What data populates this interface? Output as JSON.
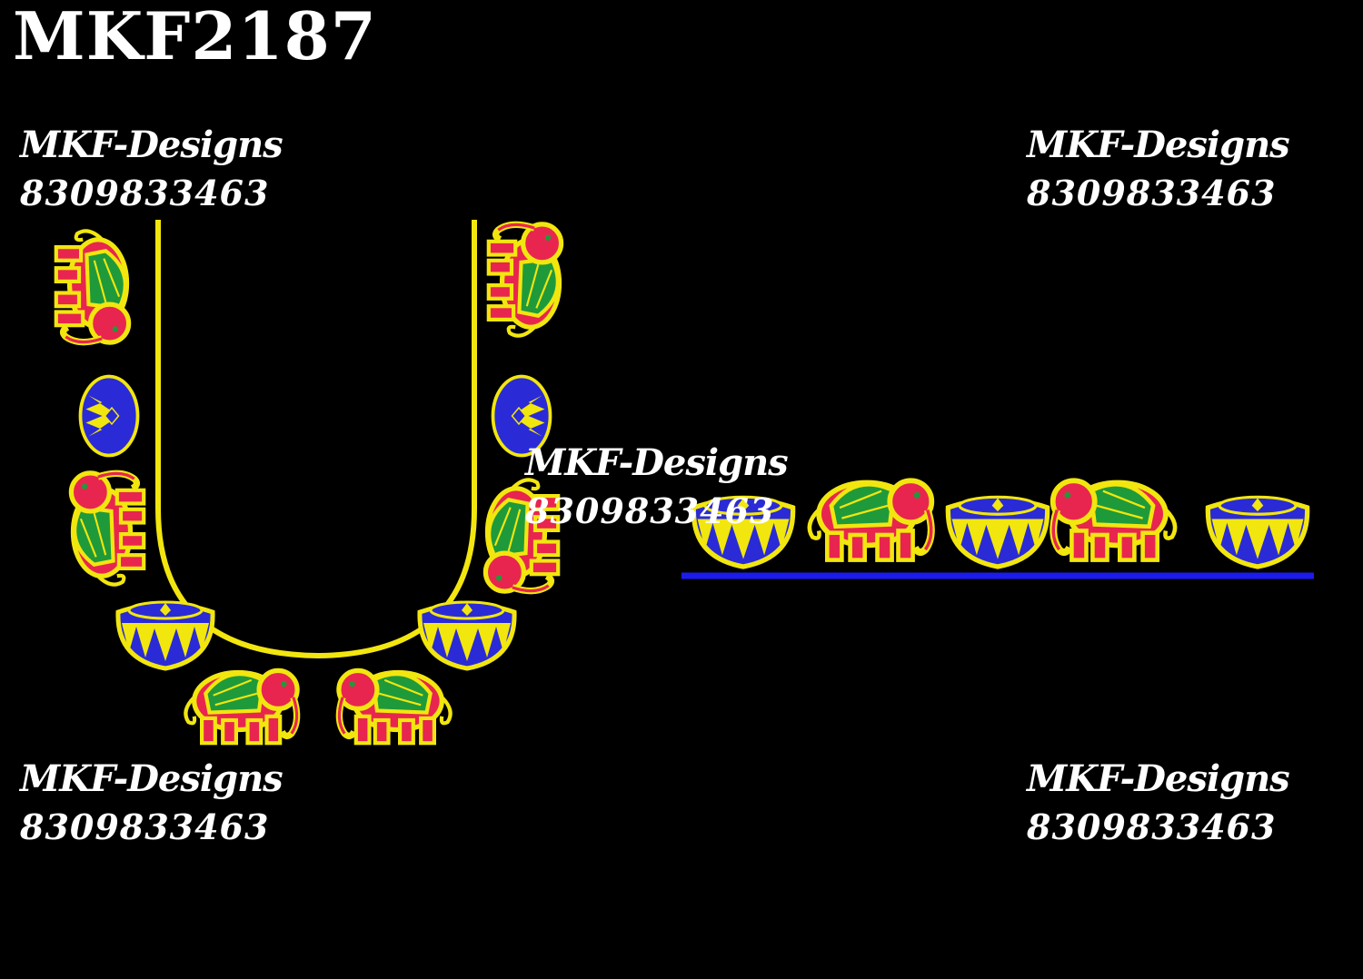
{
  "design_code": "MKF2187",
  "watermark": {
    "brand": "MKF-Designs",
    "phone": "8309833463"
  },
  "colors": {
    "background": "#000000",
    "outline_yellow": "#f2e60f",
    "elephant_red": "#e8254f",
    "saddle_green": "#1f9a3a",
    "pot_blue": "#2a2bd6",
    "base_line_blue": "#1b1bf0"
  },
  "artwork": {
    "neck_pattern_motifs": [
      "elephant-icon",
      "pot-icon"
    ],
    "border_pattern_sequence": [
      "pot-icon",
      "elephant-icon",
      "pot-icon",
      "elephant-icon",
      "pot-icon"
    ]
  }
}
